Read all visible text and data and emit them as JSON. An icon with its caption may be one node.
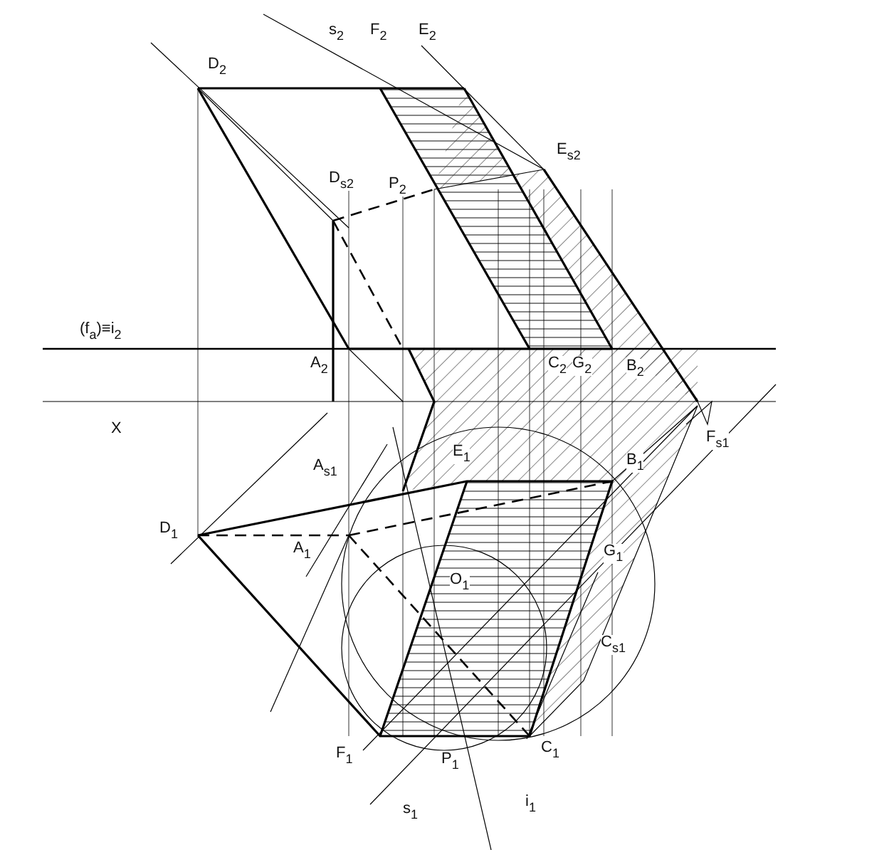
{
  "diagram": {
    "labels": [
      "s$_{2}$",
      "D$_{2}$",
      "F$_{2}$",
      "E$_{2}$",
      "E$_{s}$$_{2}$",
      "D$_{s}$$_{2}$",
      "P$_{2}$",
      "(f$_{a}$)≡i$_{2}$",
      "A$_{2}$",
      "C$_{2}$",
      "G$_{2}$",
      "B$_{2}$",
      "X",
      "F$_{s}$$_{1}$",
      "A$_{s}$$_{1}$",
      "E$_{1}$",
      "B$_{1}$",
      "D$_{1}$",
      "A$_{1}$",
      "O$_{1}$",
      "G$_{1}$",
      "C$_{s}$$_{1}$",
      "F$_{1}$",
      "P$_{1}$",
      "C$_{1}$",
      "s$_{1}$",
      "i$_{1}$"
    ]
  }
}
